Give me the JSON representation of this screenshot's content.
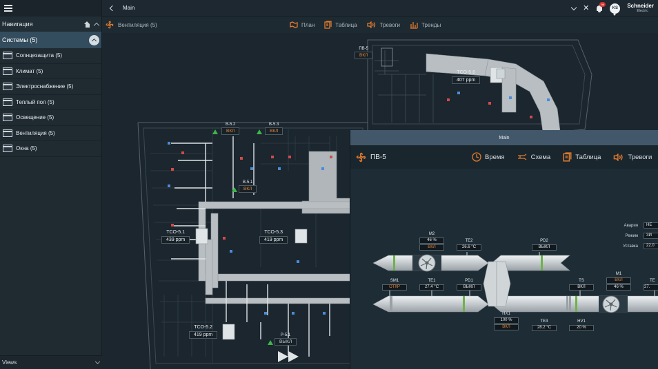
{
  "sidebar": {
    "nav_label": "Навигация",
    "systems_label": "Системы (5)",
    "items": [
      {
        "label": "Солнцезащита (5)"
      },
      {
        "label": "Климат (5)"
      },
      {
        "label": "Электроснабжение (5)"
      },
      {
        "label": "Теплый пол (5)"
      },
      {
        "label": "Освещение (5)"
      },
      {
        "label": "Вентиляция (5)"
      },
      {
        "label": "Окна (5)"
      }
    ],
    "views_label": "Views"
  },
  "topbar": {
    "title": "Main",
    "badge": "99",
    "avatar": "KS",
    "brand": "Schneider",
    "brand_sub": "Electric"
  },
  "subbar": {
    "title": "Вентиляция (5)",
    "tabs": [
      {
        "label": "План",
        "icon": "plan-icon"
      },
      {
        "label": "Таблица",
        "icon": "table-icon"
      },
      {
        "label": "Тревоги",
        "icon": "alarm-icon"
      },
      {
        "label": "Тренды",
        "icon": "trends-icon"
      }
    ]
  },
  "plan": {
    "sensors": [
      {
        "name": "TCO-5.6",
        "value": "407 ppm"
      },
      {
        "name": "TCO-5.1",
        "value": "439 ppm"
      },
      {
        "name": "TCO-5.3",
        "value": "419 ppm"
      },
      {
        "name": "TCO-5.2",
        "value": "419 ppm"
      }
    ],
    "units": [
      {
        "name": "ПВ-5",
        "state": "ВКЛ"
      },
      {
        "name": "В-5.2",
        "state": "ВКЛ"
      },
      {
        "name": "В-5.3",
        "state": "ВКЛ"
      },
      {
        "name": "В-5.1",
        "state": "ВКЛ"
      },
      {
        "name": "Р-5.1",
        "state": "ВЫКЛ"
      }
    ]
  },
  "popup": {
    "window_title": "Main",
    "title": "ПВ-5",
    "tabs": [
      {
        "label": "Время",
        "icon": "clock-icon"
      },
      {
        "label": "Схема",
        "icon": "schema-icon"
      },
      {
        "label": "Таблица",
        "icon": "table-icon"
      },
      {
        "label": "Тревоги",
        "icon": "alarm-icon"
      }
    ],
    "right_status": [
      {
        "label": "Авария",
        "value": "НЕ"
      },
      {
        "label": "Режим",
        "value": "ЗИ"
      },
      {
        "label": "Уставка",
        "value": "22.0"
      }
    ],
    "points": {
      "m2_label": "M2",
      "m2_pct": "46 %",
      "m2_state": "ВКЛ",
      "te2_label": "TE2",
      "te2_val": "26.6 °C",
      "pd2_label": "PD2",
      "pd2_val": "ВЫКЛ",
      "sm1_label": "SM1",
      "sm1_val": "ОТКР",
      "te1_label": "TE1",
      "te1_val": "27.4 °C",
      "pd1_label": "PD1",
      "pd1_val": "ВЫКЛ",
      "ts_label": "TS",
      "ts_val": "ВКЛ",
      "m1_label": "M1",
      "m1_state": "ВКЛ",
      "m1_pct": "46 %",
      "te_r_label": "TE",
      "te_r_val": "27.",
      "hx1_label": "HX1",
      "hx1_pct": "100 %",
      "hx1_state": "ВКЛ",
      "te3_label": "TE3",
      "te3_val": "28.2 °C",
      "hv1_label": "HV1",
      "hv1_val": "20 %"
    }
  }
}
